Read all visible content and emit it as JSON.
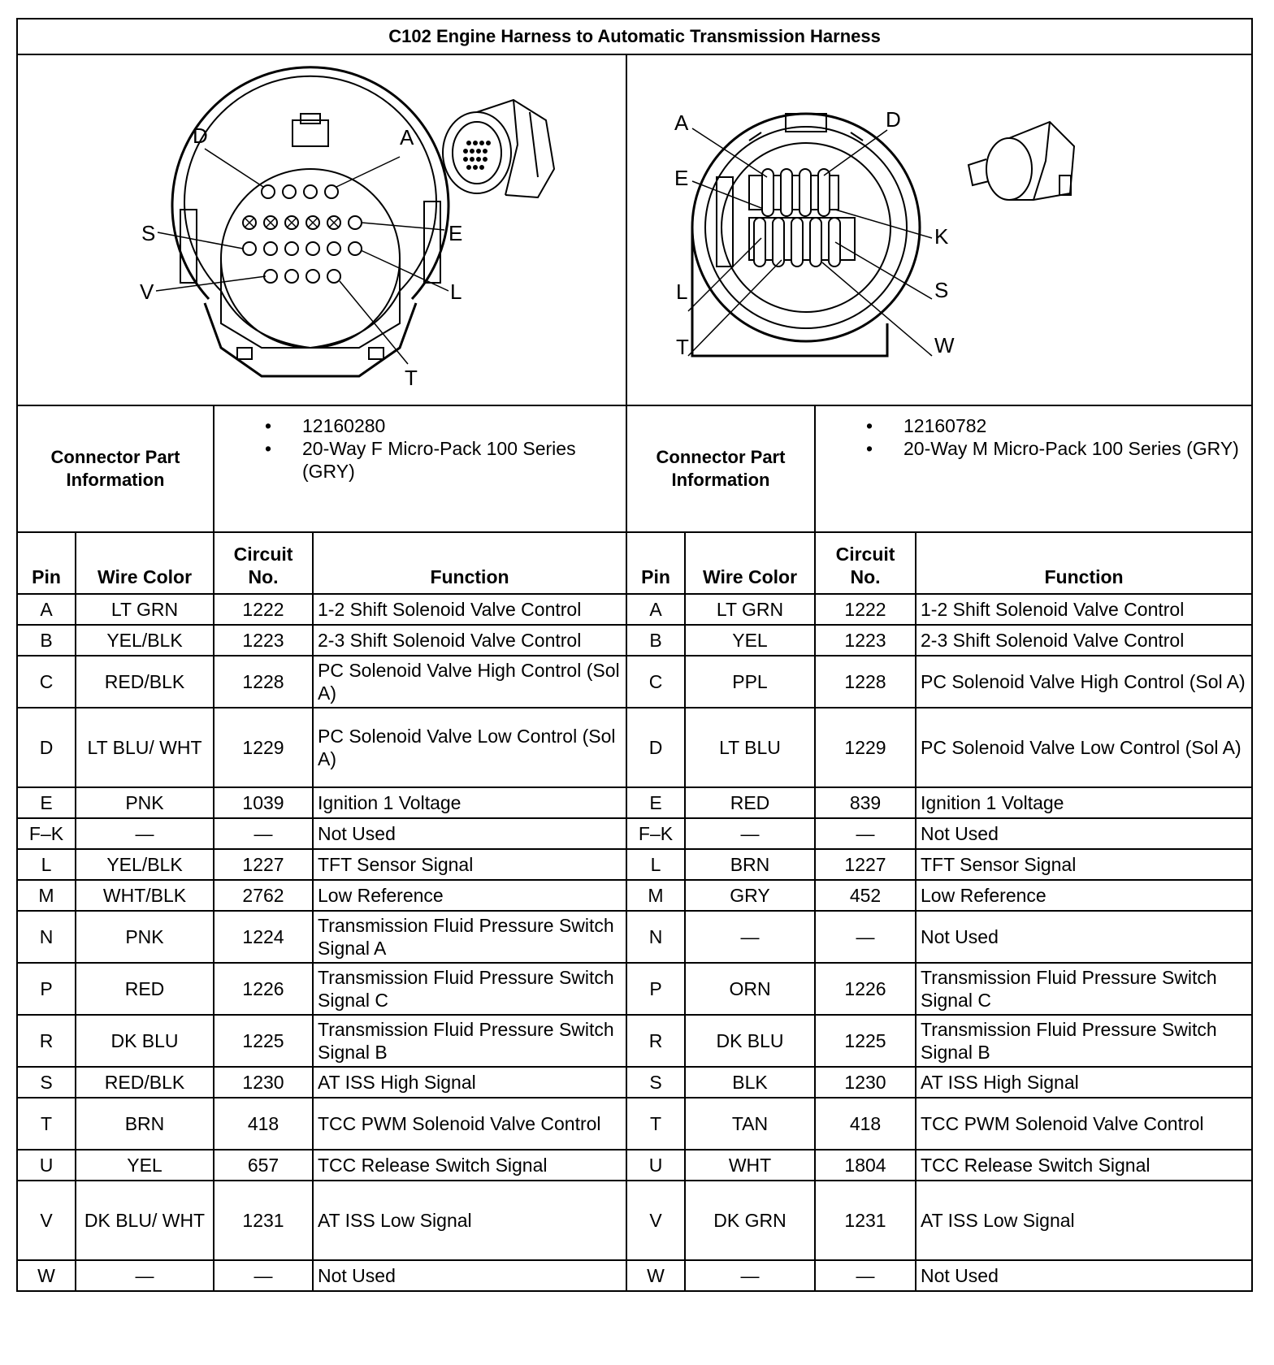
{
  "title": "C102 Engine Harness to Automatic Transmission Harness",
  "left": {
    "connector_label": "Connector Part Information",
    "part_info": [
      "12160280",
      "20-Way F Micro-Pack 100 Series (GRY)"
    ],
    "diagram_labels": {
      "D": "D",
      "A": "A",
      "S": "S",
      "E": "E",
      "V": "V",
      "L": "L",
      "T": "T"
    },
    "headers": {
      "pin": "Pin",
      "wire": "Wire Color",
      "circuit": "Circuit No.",
      "function": "Function"
    },
    "rows": [
      {
        "pin": "A",
        "wire": "LT GRN",
        "circuit": "1222",
        "function": "1-2 Shift Solenoid Valve Control"
      },
      {
        "pin": "B",
        "wire": "YEL/BLK",
        "circuit": "1223",
        "function": "2-3 Shift Solenoid Valve Control"
      },
      {
        "pin": "C",
        "wire": "RED/BLK",
        "circuit": "1228",
        "function": "PC Solenoid Valve High Control (Sol A)"
      },
      {
        "pin": "D",
        "wire": "LT BLU/ WHT",
        "circuit": "1229",
        "function": "PC Solenoid Valve Low Control (Sol A)"
      },
      {
        "pin": "E",
        "wire": "PNK",
        "circuit": "1039",
        "function": "Ignition 1 Voltage"
      },
      {
        "pin": "F–K",
        "wire": "—",
        "circuit": "—",
        "function": "Not Used"
      },
      {
        "pin": "L",
        "wire": "YEL/BLK",
        "circuit": "1227",
        "function": "TFT Sensor Signal"
      },
      {
        "pin": "M",
        "wire": "WHT/BLK",
        "circuit": "2762",
        "function": "Low Reference"
      },
      {
        "pin": "N",
        "wire": "PNK",
        "circuit": "1224",
        "function": "Transmission Fluid Pressure Switch Signal A"
      },
      {
        "pin": "P",
        "wire": "RED",
        "circuit": "1226",
        "function": "Transmission Fluid Pressure Switch Signal C"
      },
      {
        "pin": "R",
        "wire": "DK BLU",
        "circuit": "1225",
        "function": "Transmission Fluid Pressure Switch Signal B"
      },
      {
        "pin": "S",
        "wire": "RED/BLK",
        "circuit": "1230",
        "function": "AT ISS High Signal"
      },
      {
        "pin": "T",
        "wire": "BRN",
        "circuit": "418",
        "function": "TCC PWM Solenoid Valve Control"
      },
      {
        "pin": "U",
        "wire": "YEL",
        "circuit": "657",
        "function": "TCC Release Switch Signal"
      },
      {
        "pin": "V",
        "wire": "DK BLU/ WHT",
        "circuit": "1231",
        "function": "AT ISS Low Signal"
      },
      {
        "pin": "W",
        "wire": "—",
        "circuit": "—",
        "function": "Not Used"
      }
    ]
  },
  "right": {
    "connector_label": "Connector Part Information",
    "part_info": [
      "12160782",
      "20-Way M Micro-Pack 100 Series (GRY)"
    ],
    "diagram_labels": {
      "A": "A",
      "D": "D",
      "E": "E",
      "K": "K",
      "L": "L",
      "S": "S",
      "T": "T",
      "W": "W"
    },
    "headers": {
      "pin": "Pin",
      "wire": "Wire Color",
      "circuit": "Circuit No.",
      "function": "Function"
    },
    "rows": [
      {
        "pin": "A",
        "wire": "LT GRN",
        "circuit": "1222",
        "function": "1-2 Shift Solenoid Valve Control"
      },
      {
        "pin": "B",
        "wire": "YEL",
        "circuit": "1223",
        "function": "2-3 Shift Solenoid Valve Control"
      },
      {
        "pin": "C",
        "wire": "PPL",
        "circuit": "1228",
        "function": "PC Solenoid Valve High Control (Sol A)"
      },
      {
        "pin": "D",
        "wire": "LT BLU",
        "circuit": "1229",
        "function": "PC Solenoid Valve Low Control (Sol A)"
      },
      {
        "pin": "E",
        "wire": "RED",
        "circuit": "839",
        "function": "Ignition 1 Voltage"
      },
      {
        "pin": "F–K",
        "wire": "—",
        "circuit": "—",
        "function": "Not Used"
      },
      {
        "pin": "L",
        "wire": "BRN",
        "circuit": "1227",
        "function": "TFT Sensor Signal"
      },
      {
        "pin": "M",
        "wire": "GRY",
        "circuit": "452",
        "function": "Low Reference"
      },
      {
        "pin": "N",
        "wire": "—",
        "circuit": "—",
        "function": "Not Used"
      },
      {
        "pin": "P",
        "wire": "ORN",
        "circuit": "1226",
        "function": "Transmission Fluid Pressure Switch Signal C"
      },
      {
        "pin": "R",
        "wire": "DK BLU",
        "circuit": "1225",
        "function": "Transmission Fluid Pressure Switch Signal B"
      },
      {
        "pin": "S",
        "wire": "BLK",
        "circuit": "1230",
        "function": "AT ISS High Signal"
      },
      {
        "pin": "T",
        "wire": "TAN",
        "circuit": "418",
        "function": "TCC PWM Solenoid Valve Control"
      },
      {
        "pin": "U",
        "wire": "WHT",
        "circuit": "1804",
        "function": "TCC Release Switch Signal"
      },
      {
        "pin": "V",
        "wire": "DK GRN",
        "circuit": "1231",
        "function": "AT ISS Low Signal"
      },
      {
        "pin": "W",
        "wire": "—",
        "circuit": "—",
        "function": "Not Used"
      }
    ]
  }
}
